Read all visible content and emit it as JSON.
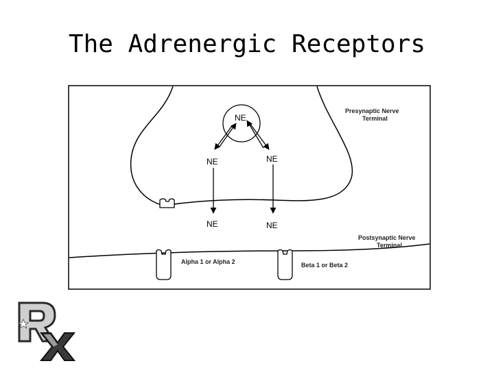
{
  "title": "The Adrenergic Receptors",
  "diagram": {
    "vesicle_label": "NE",
    "released_left": "NE",
    "released_right": "NE",
    "synapse_left": "NE",
    "synapse_right": "NE",
    "presynaptic_label_line1": "Presynaptic Nerve",
    "presynaptic_label_line2": "Terminal",
    "postsynaptic_label_line1": "Postsynaptic Nerve",
    "postsynaptic_label_line2": "Terminal",
    "receptor_alpha": "Alpha 1 or Alpha 2",
    "receptor_beta": "Beta 1 or Beta 2"
  },
  "logo": {
    "letters": "Rx",
    "icon": "rx-logo-icon"
  },
  "colors": {
    "line": "#000000",
    "logo_dark": "#3a3a3a",
    "logo_light": "#cfcfcf"
  }
}
